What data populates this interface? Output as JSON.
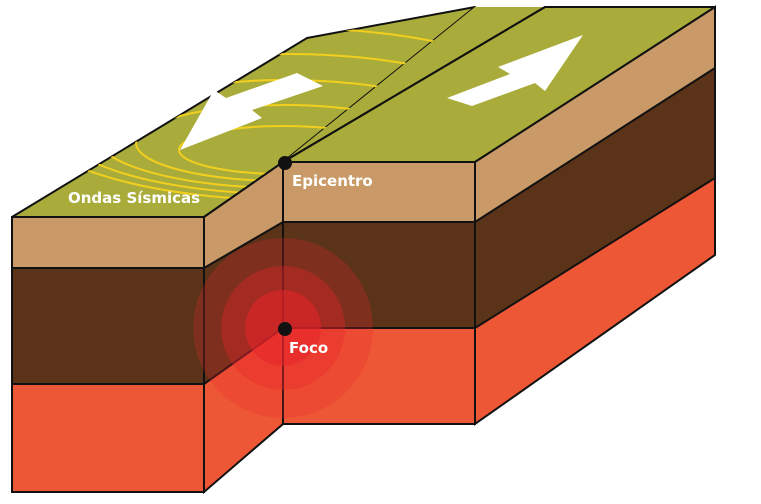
{
  "labels": {
    "seismic_waves": "Ondas Sísmicas",
    "epicenter": "Epicentro",
    "focus": "Foco"
  },
  "colors": {
    "surface": "#a9ac3a",
    "sand_layer": "#c99a68",
    "brown_layer": "#5b3318",
    "orange_layer": "#ee5736",
    "wave_lines": "#f2cf1f",
    "focus_glow": "#e8242a",
    "arrow": "#ffffff",
    "outline": "#111111"
  }
}
